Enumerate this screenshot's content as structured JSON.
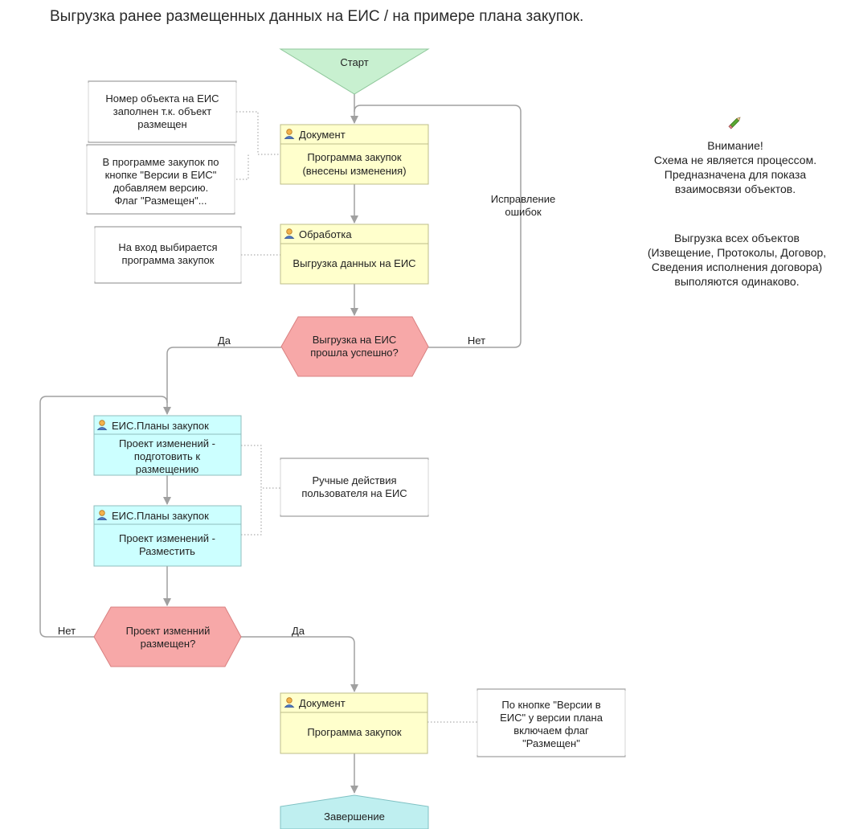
{
  "title": "Выгрузка ранее размещенных данных на ЕИС / на примере плана закупок.",
  "colors": {
    "start": "#c8f0d0",
    "task_yellow": "#ffffcc",
    "task_cyan": "#ccffff",
    "decision": "#f7a8a8",
    "end": "#bfeff0",
    "line": "#a0a0a0"
  },
  "start": {
    "label": "Старт"
  },
  "end": {
    "label": "Завершение"
  },
  "tasks": [
    {
      "header": "Документ",
      "lines": [
        "Программа закупок",
        "(внесены изменения)"
      ]
    },
    {
      "header": "Обработка",
      "lines": [
        "Выгрузка данных на ЕИС"
      ]
    },
    {
      "header": "ЕИС.Планы закупок",
      "lines": [
        "Проект изменений -",
        "подготовить к",
        "размещению"
      ]
    },
    {
      "header": "ЕИС.Планы закупок",
      "lines": [
        "Проект изменений  -",
        "Разместить"
      ]
    },
    {
      "header": "Документ",
      "lines": [
        "Программа закупок"
      ]
    }
  ],
  "decisions": [
    {
      "lines": [
        "Выгрузка на ЕИС",
        "прошла успешно?"
      ],
      "yes": "Да",
      "no": "Нет"
    },
    {
      "lines": [
        "Проект изменний",
        "размещен?"
      ],
      "yes": "Да",
      "no": "Нет"
    }
  ],
  "loop_label": [
    "Исправление",
    "ошибок"
  ],
  "notes": [
    {
      "lines": [
        "Номер объекта на ЕИС",
        "заполнен т.к. объект",
        "размещен"
      ]
    },
    {
      "lines": [
        "В программе закупок по",
        "кнопке \"Версии в ЕИС\"",
        "добавляем версию.",
        "Флаг \"Размещен\"..."
      ]
    },
    {
      "lines": [
        "На вход выбирается",
        "программа закупок"
      ]
    },
    {
      "lines": [
        "Ручные действия",
        "пользователя на ЕИС"
      ]
    },
    {
      "lines": [
        "По кнопке \"Версии в",
        "ЕИС\" у версии плана",
        "включаем флаг",
        "\"Размещен\""
      ]
    }
  ],
  "side_notes": [
    {
      "icon": "pencil-icon",
      "lines": [
        "Внимание!",
        "Схема не является процессом.",
        "Предназначена для показа",
        "взаимосвязи объектов."
      ]
    },
    {
      "lines": [
        "Выгрузка всех объектов",
        "(Извещение, Протоколы, Договор,",
        "Сведения исполнения договора)",
        "выполяются одинаково."
      ]
    }
  ]
}
